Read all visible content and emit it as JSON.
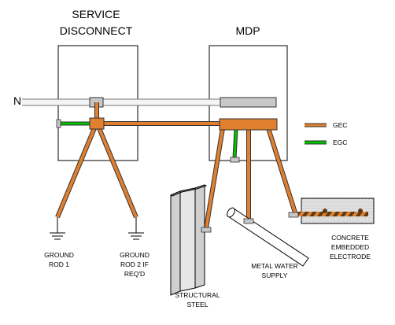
{
  "service_disconnect": {
    "line1": "SERVICE",
    "line2": "DISCONNECT"
  },
  "mdp": {
    "label": "MDP"
  },
  "neutral": {
    "label": "N"
  },
  "legend": {
    "items": [
      {
        "label": "GEC",
        "color": "#e07f2e"
      },
      {
        "label": "EGC",
        "color": "#00c000"
      }
    ]
  },
  "ground_rod_1": {
    "line1": "GROUND",
    "line2": "ROD 1"
  },
  "ground_rod_2": {
    "line1": "GROUND",
    "line2": "ROD 2 IF",
    "line3": "REQ'D"
  },
  "structural_steel": {
    "line1": "STRUCTURAL",
    "line2": "STEEL"
  },
  "metal_water_supply": {
    "line1": "METAL WATER",
    "line2": "SUPPLY"
  },
  "concrete_electrode": {
    "line1": "CONCRETE",
    "line2": "EMBEDDED",
    "line3": "ELECTRODE"
  },
  "colors": {
    "gec": "#e07f2e",
    "egc": "#00c000",
    "bus_gray": "#c8c8c8",
    "concrete": "#e0e0e0"
  }
}
